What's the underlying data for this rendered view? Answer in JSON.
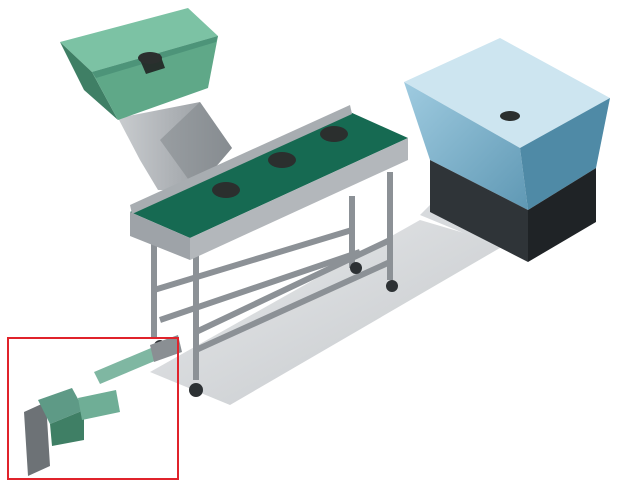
{
  "scene": {
    "description_items": [
      "green-feed-hopper",
      "gray-chute",
      "belt-conveyor",
      "blue-collection-bin",
      "drive-motor",
      "highlight-box"
    ],
    "colors": {
      "hopper_green": "#5fa888",
      "hopper_green_dark": "#3f7f65",
      "belt_green": "#166a52",
      "frame_gray": "#9ea3a8",
      "floor_gray": "#c9cccf",
      "bin_blue": "#7fb6cf",
      "bin_blue_dark": "#4f8aa6",
      "bin_base": "#2f3438",
      "highlight_red": "#e0232b",
      "motor_green": "#5e9a86"
    }
  }
}
